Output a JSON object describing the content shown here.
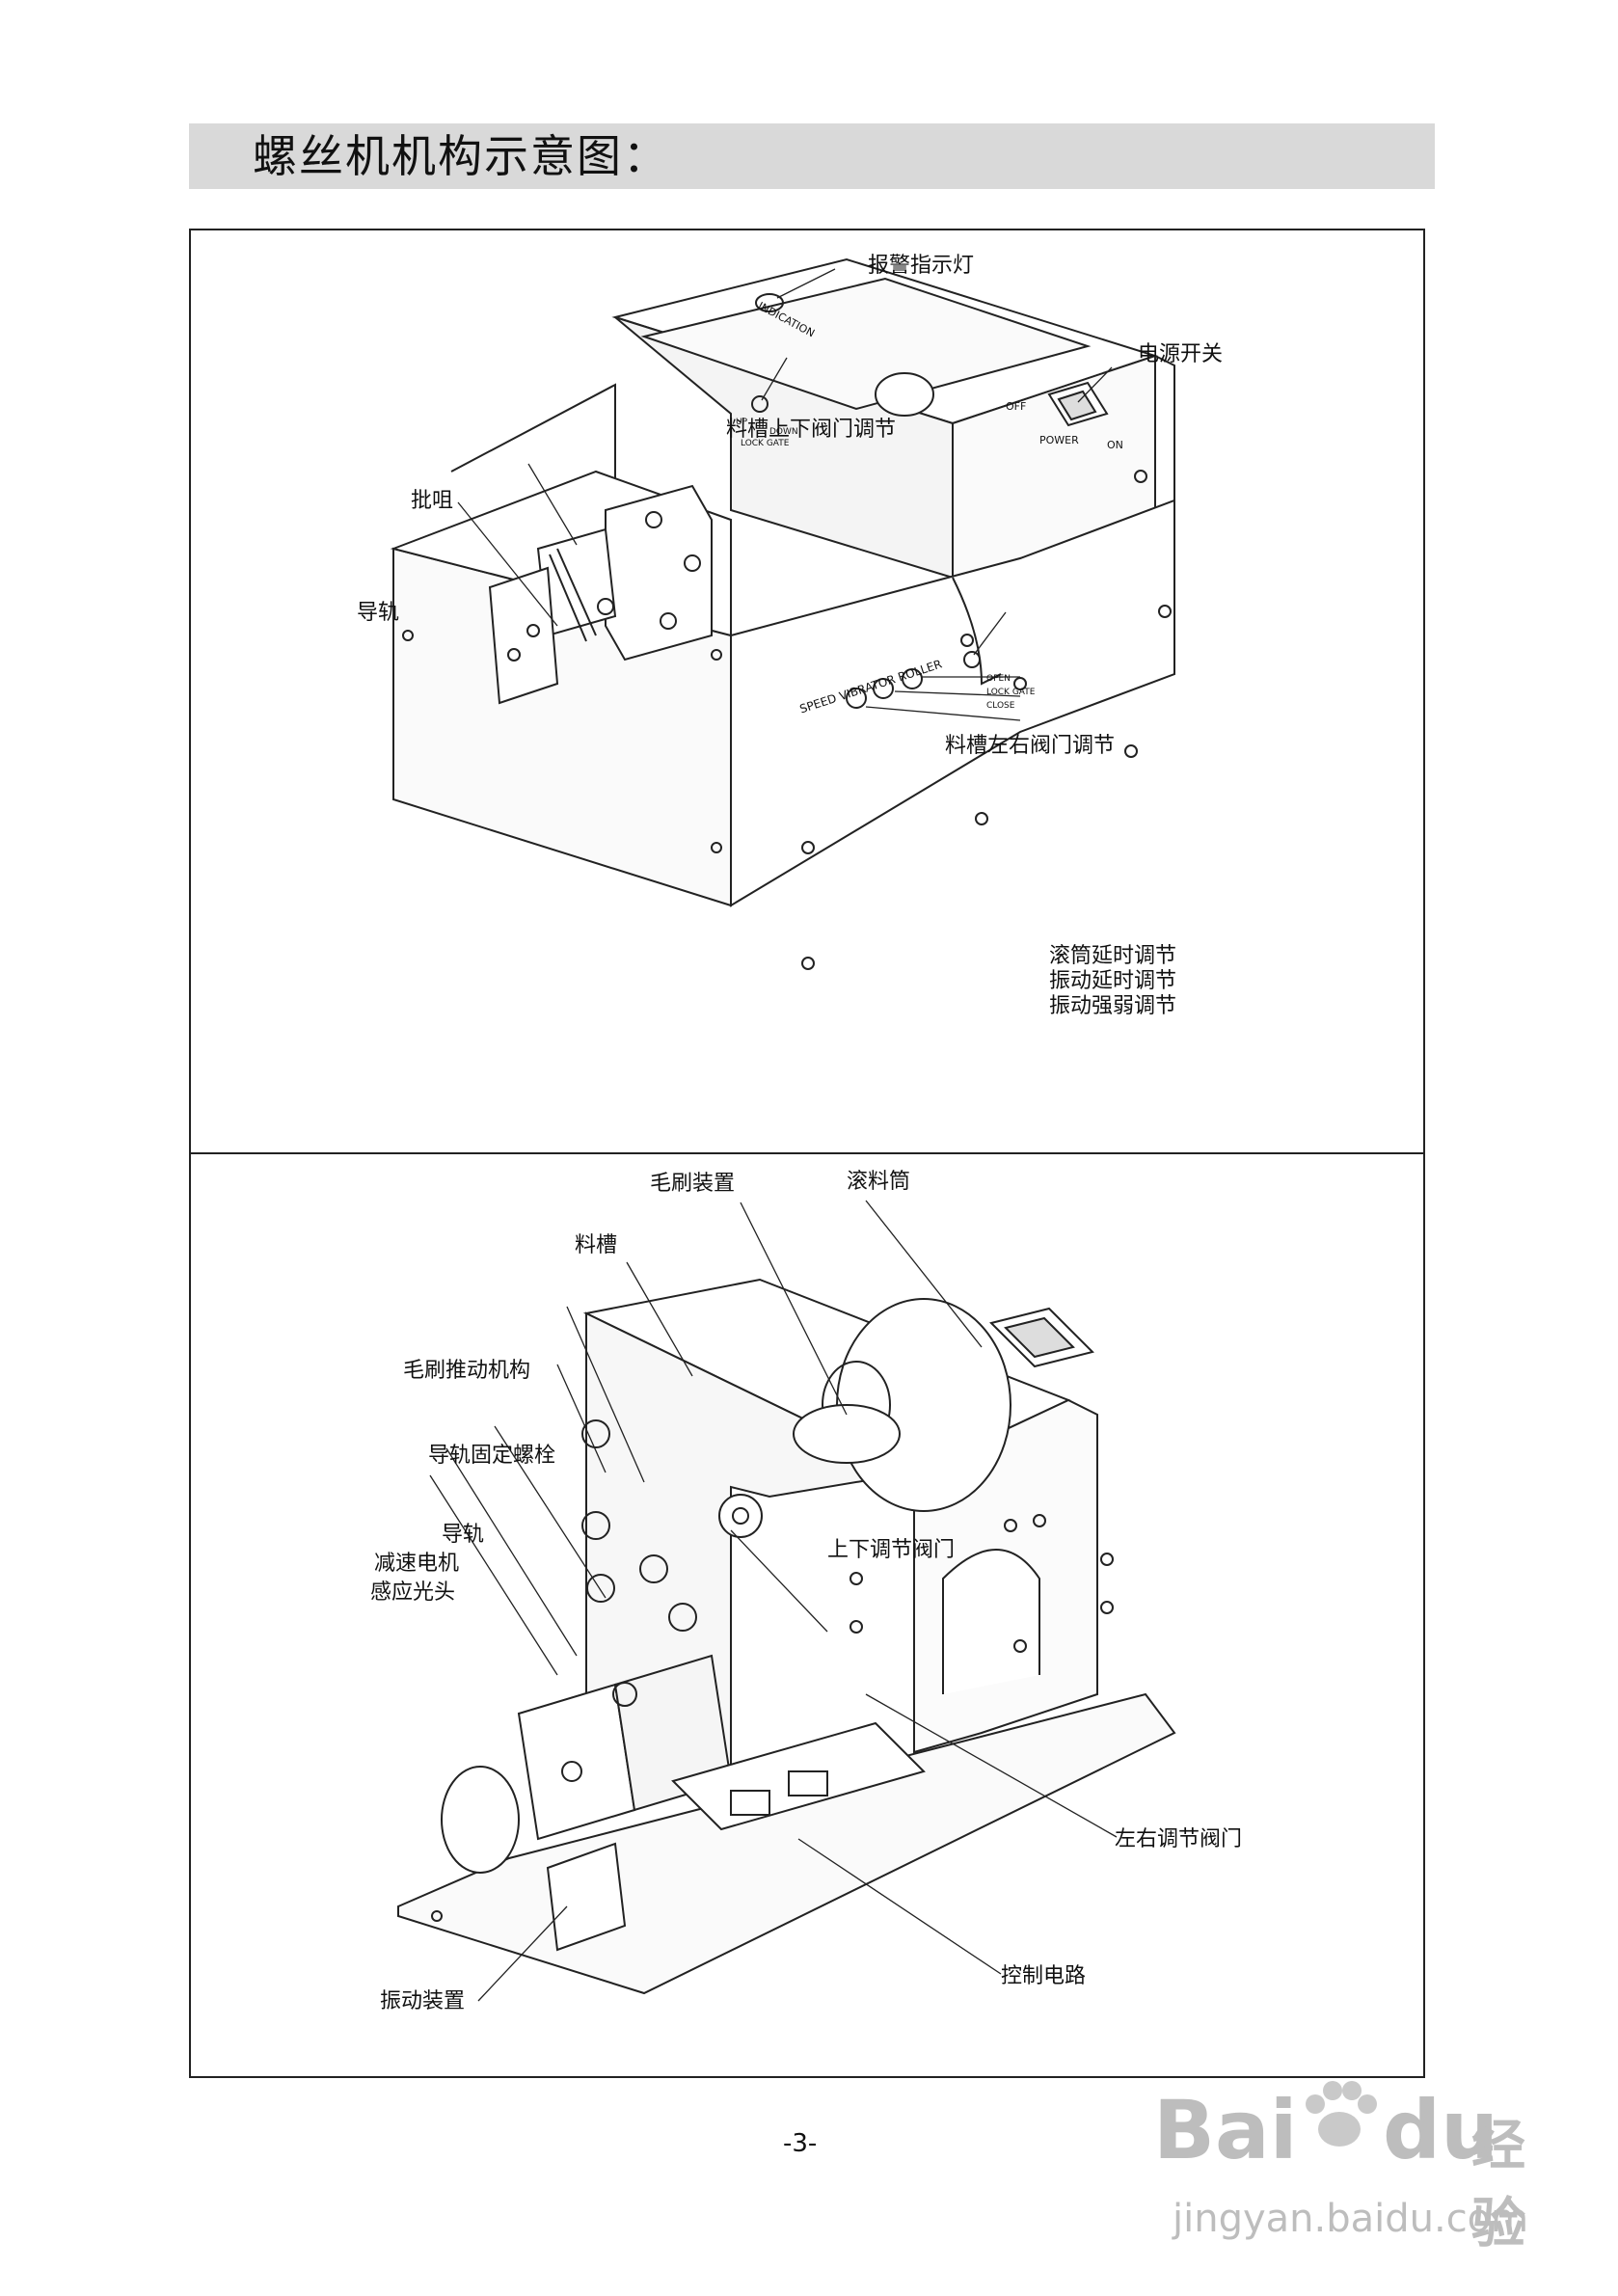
{
  "page": {
    "title": "螺丝机机构示意图：",
    "page_number": "-3-"
  },
  "top_figure": {
    "labels": {
      "alarm_light": "报警指示灯",
      "power_switch": "电源开关",
      "hopper_updown_gate": "料槽上下阀门调节",
      "bit_nozzle": "批咀",
      "rail": "导轨",
      "hopper_lr_gate": "料槽左右阀门调节",
      "drum_delay": "滚筒延时调节",
      "vibration_delay": "振动延时调节",
      "vibration_strength": "振动强弱调节"
    },
    "panel_text": {
      "indication": "INDICATION",
      "off": "OFF",
      "power": "POWER",
      "on": "ON",
      "up": "UP",
      "down": "DOWN",
      "lock_gate": "LOCK GATE",
      "open": "OPEN",
      "lock_gate_2": "LOCK GATE",
      "close": "CLOSE",
      "knob_row": "SPEED VIBRATOR ROLLER"
    }
  },
  "bottom_figure": {
    "labels": {
      "brush_device": "毛刷装置",
      "drum": "滚料筒",
      "hopper": "料槽",
      "brush_drive": "毛刷推动机构",
      "rail_bolt": "导轨固定螺栓",
      "rail": "导轨",
      "gear_motor": "减速电机",
      "sensor": "感应光头",
      "updown_gate": "上下调节阀门",
      "lr_gate": "左右调节阀门",
      "vibrator": "振动装置",
      "control_circuit": "控制电路"
    }
  },
  "watermark": {
    "brand": "Bai",
    "brand2": "du",
    "suffix": "经验",
    "url": "jingyan.baidu.com"
  }
}
